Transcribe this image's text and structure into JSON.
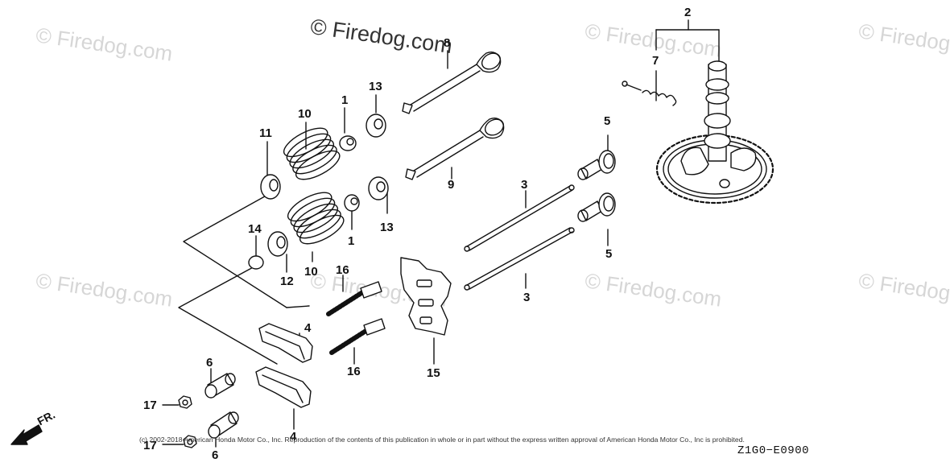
{
  "watermark": {
    "text": "© Firedog.com"
  },
  "callouts": {
    "c1a": "1",
    "c1b": "1",
    "c2": "2",
    "c3a": "3",
    "c3b": "3",
    "c4a": "4",
    "c4b": "4",
    "c5a": "5",
    "c5b": "5",
    "c6a": "6",
    "c6b": "6",
    "c7": "7",
    "c8": "8",
    "c9": "9",
    "c10a": "10",
    "c10b": "10",
    "c11": "11",
    "c12": "12",
    "c13a": "13",
    "c13b": "13",
    "c14": "14",
    "c15": "15",
    "c16a": "16",
    "c16b": "16",
    "c17a": "17",
    "c17b": "17"
  },
  "direction_label": "FR.",
  "diagram_code": "Z1G0−E0900",
  "copyright": "(c) 2002-2018 American Honda Motor Co., Inc. Reproduction of the contents of this publication in whole or in part without the express written approval of American Honda Motor Co., Inc is prohibited.",
  "colors": {
    "ink": "#111111",
    "watermark": "#d6d6d6",
    "background": "#ffffff"
  }
}
